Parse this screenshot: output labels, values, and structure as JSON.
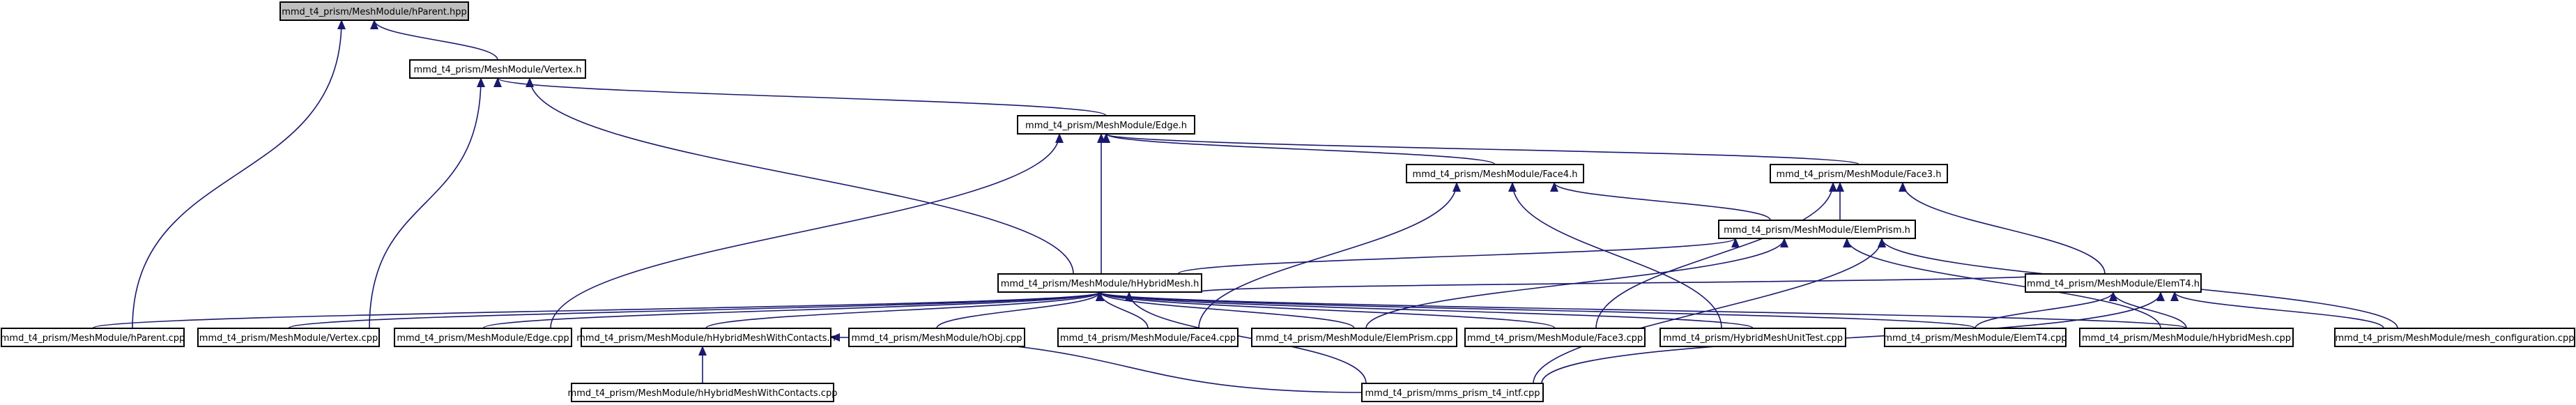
{
  "nodes": [
    {
      "id": "hparent_hpp",
      "label": "mmd_t4_prism/MeshModule/hParent.hpp",
      "root": true
    },
    {
      "id": "vertex_h",
      "label": "mmd_t4_prism/MeshModule/Vertex.h"
    },
    {
      "id": "edge_h",
      "label": "mmd_t4_prism/MeshModule/Edge.h"
    },
    {
      "id": "face4_h",
      "label": "mmd_t4_prism/MeshModule/Face4.h"
    },
    {
      "id": "face3_h",
      "label": "mmd_t4_prism/MeshModule/Face3.h"
    },
    {
      "id": "elemprism_h",
      "label": "mmd_t4_prism/MeshModule/ElemPrism.h"
    },
    {
      "id": "hhybridmesh_h",
      "label": "mmd_t4_prism/MeshModule/hHybridMesh.h"
    },
    {
      "id": "elemt4_h",
      "label": "mmd_t4_prism/MeshModule/ElemT4.h"
    },
    {
      "id": "hparent_cpp",
      "label": "mmd_t4_prism/MeshModule/hParent.cpp"
    },
    {
      "id": "vertex_cpp",
      "label": "mmd_t4_prism/MeshModule/Vertex.cpp"
    },
    {
      "id": "edge_cpp",
      "label": "mmd_t4_prism/MeshModule/Edge.cpp"
    },
    {
      "id": "hhmwc_h",
      "label": "mmd_t4_prism/MeshModule/hHybridMeshWithContacts.h"
    },
    {
      "id": "hobj_cpp",
      "label": "mmd_t4_prism/MeshModule/hObj.cpp"
    },
    {
      "id": "face4_cpp",
      "label": "mmd_t4_prism/MeshModule/Face4.cpp"
    },
    {
      "id": "elemprism_cpp",
      "label": "mmd_t4_prism/MeshModule/ElemPrism.cpp"
    },
    {
      "id": "face3_cpp",
      "label": "mmd_t4_prism/MeshModule/Face3.cpp"
    },
    {
      "id": "hmut_cpp",
      "label": "mmd_t4_prism/HybridMeshUnitTest.cpp"
    },
    {
      "id": "elemt4_cpp",
      "label": "mmd_t4_prism/MeshModule/ElemT4.cpp"
    },
    {
      "id": "hhybridmesh_cpp",
      "label": "mmd_t4_prism/MeshModule/hHybridMesh.cpp"
    },
    {
      "id": "meshconf_cpp",
      "label": "mmd_t4_prism/MeshModule/mesh_configuration.cpp"
    },
    {
      "id": "hhmwc_cpp",
      "label": "mmd_t4_prism/MeshModule/hHybridMeshWithContacts.cpp"
    },
    {
      "id": "mms_cpp",
      "label": "mmd_t4_prism/mms_prism_t4_intf.cpp"
    }
  ],
  "edges": [
    [
      "vertex_h",
      "hparent_hpp"
    ],
    [
      "hparent_cpp",
      "hparent_hpp"
    ],
    [
      "edge_h",
      "vertex_h"
    ],
    [
      "vertex_cpp",
      "vertex_h"
    ],
    [
      "hhybridmesh_h",
      "vertex_h"
    ],
    [
      "face4_h",
      "edge_h"
    ],
    [
      "face3_h",
      "edge_h"
    ],
    [
      "hhybridmesh_h",
      "edge_h"
    ],
    [
      "edge_cpp",
      "edge_h"
    ],
    [
      "elemprism_h",
      "face4_h"
    ],
    [
      "face4_cpp",
      "face4_h"
    ],
    [
      "hmut_cpp",
      "face4_h"
    ],
    [
      "elemprism_h",
      "face3_h"
    ],
    [
      "elemt4_h",
      "face3_h"
    ],
    [
      "face3_cpp",
      "face3_h"
    ],
    [
      "hhybridmesh_h",
      "elemprism_h"
    ],
    [
      "elemprism_cpp",
      "elemprism_h"
    ],
    [
      "hhybridmesh_cpp",
      "elemprism_h"
    ],
    [
      "meshconf_cpp",
      "elemprism_h"
    ],
    [
      "mms_cpp",
      "elemprism_h"
    ],
    [
      "hparent_cpp",
      "hhybridmesh_h"
    ],
    [
      "vertex_cpp",
      "hhybridmesh_h"
    ],
    [
      "edge_cpp",
      "hhybridmesh_h"
    ],
    [
      "hhmwc_h",
      "hhybridmesh_h"
    ],
    [
      "hobj_cpp",
      "hhybridmesh_h"
    ],
    [
      "face4_cpp",
      "hhybridmesh_h"
    ],
    [
      "elemprism_cpp",
      "hhybridmesh_h"
    ],
    [
      "face3_cpp",
      "hhybridmesh_h"
    ],
    [
      "hmut_cpp",
      "hhybridmesh_h"
    ],
    [
      "elemt4_cpp",
      "hhybridmesh_h"
    ],
    [
      "hhybridmesh_cpp",
      "hhybridmesh_h"
    ],
    [
      "mms_cpp",
      "hhybridmesh_h"
    ],
    [
      "hhybridmesh_h",
      "elemt4_h"
    ],
    [
      "elemt4_cpp",
      "elemt4_h"
    ],
    [
      "hhybridmesh_cpp",
      "elemt4_h"
    ],
    [
      "meshconf_cpp",
      "elemt4_h"
    ],
    [
      "mms_cpp",
      "elemt4_h"
    ],
    [
      "hhmwc_cpp",
      "hhmwc_h"
    ],
    [
      "mms_cpp",
      "hhmwc_h"
    ]
  ]
}
